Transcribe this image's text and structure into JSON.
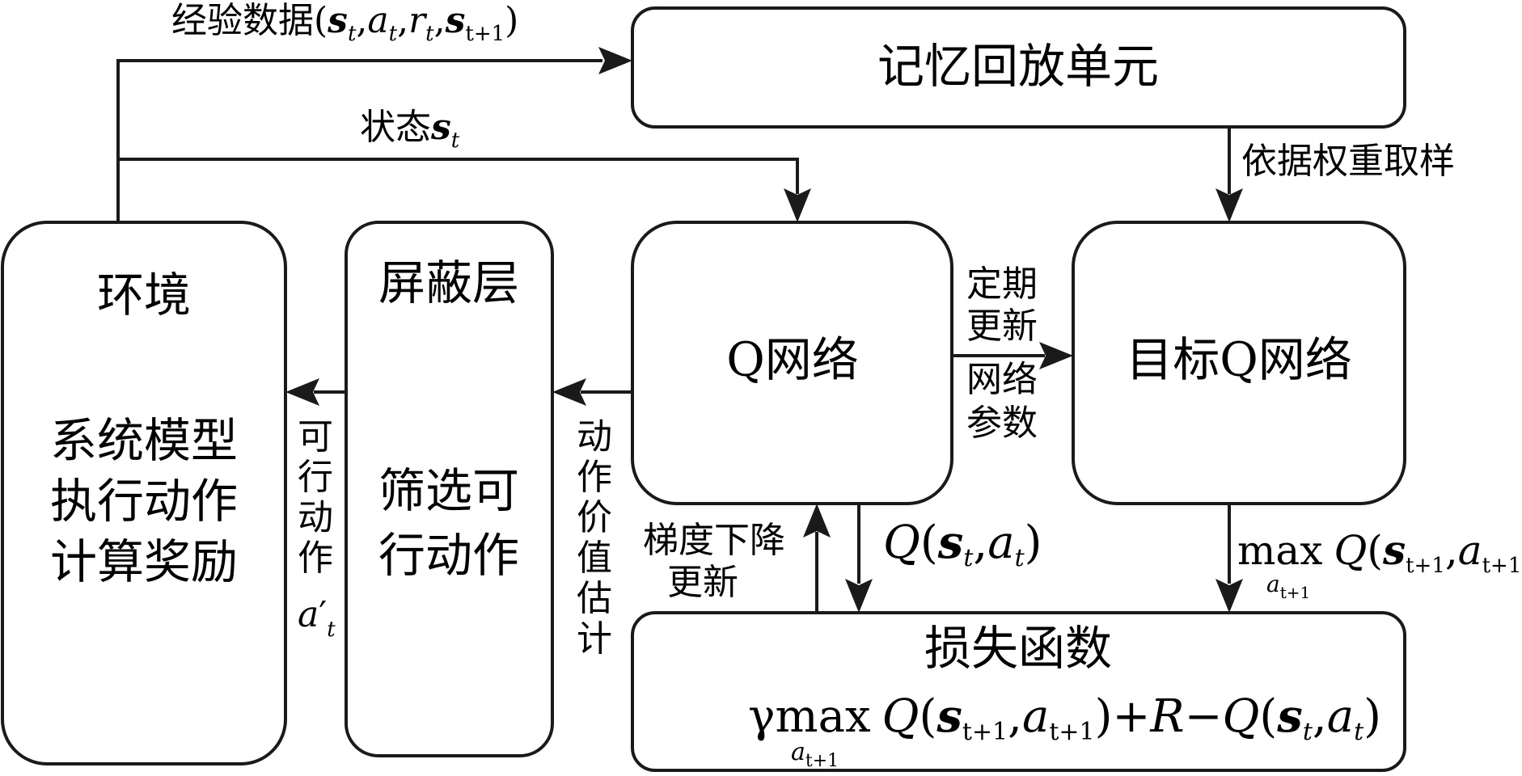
{
  "boxes": {
    "memory": {
      "label": "记忆回放单元"
    },
    "environment": {
      "title": "环境",
      "lines": [
        "系统模型",
        "执行动作",
        "计算奖励"
      ]
    },
    "mask": {
      "title": "屏蔽层",
      "lines": [
        "筛选可",
        "行动作"
      ]
    },
    "qnet": {
      "label": "Q网络"
    },
    "target": {
      "label": "目标Q网络"
    },
    "loss": {
      "title": "损失函数"
    }
  },
  "labels": {
    "experience": "经验数据",
    "state": "状态",
    "sample": "依据权重取样",
    "periodic": [
      "定期",
      "更新",
      "网络",
      "参数"
    ],
    "action_value": [
      "动",
      "作",
      "价",
      "值",
      "估",
      "计"
    ],
    "feasible_action": [
      "可",
      "行",
      "动",
      "作"
    ],
    "gradient": [
      "梯度下降",
      "更新"
    ]
  },
  "math": {
    "s": "s",
    "a": "a",
    "r": "r",
    "R": "R",
    "Q": "Q",
    "t": "t",
    "t1": "t+1",
    "max": "max",
    "gamma": "γ",
    "prime": "′",
    "comma": ",",
    "lp": "(",
    "rp": ")",
    "plus": "+",
    "minus": "−"
  }
}
